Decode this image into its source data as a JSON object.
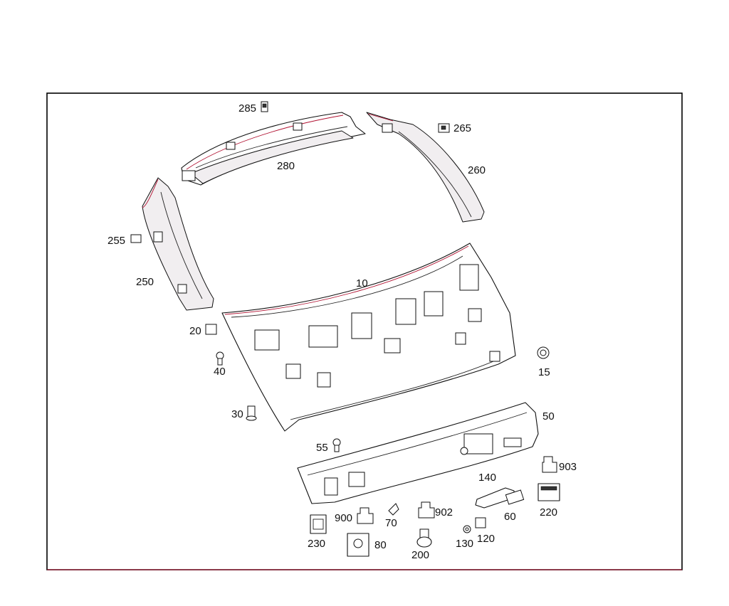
{
  "diagram": {
    "labels": {
      "p285": "285",
      "p265": "265",
      "p280": "280",
      "p260": "260",
      "p255": "255",
      "p250": "250",
      "p10": "10",
      "p20": "20",
      "p40": "40",
      "p15": "15",
      "p30": "30",
      "p50": "50",
      "p55": "55",
      "p903": "903",
      "p140": "140",
      "p60": "60",
      "p220": "220",
      "p900": "900",
      "p70": "70",
      "p902": "902",
      "p230": "230",
      "p80": "80",
      "p200": "200",
      "p130": "130",
      "p120": "120"
    },
    "colors": {
      "line": "#111111",
      "accent": "#b01030",
      "shade": "#f1eef0"
    }
  }
}
